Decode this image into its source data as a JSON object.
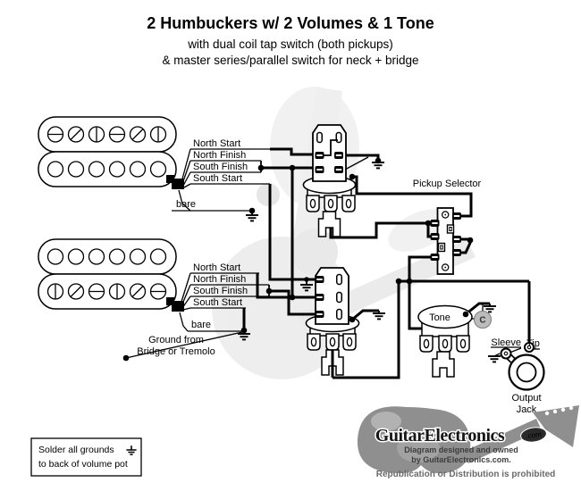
{
  "title": "2 Humbuckers w/ 2 Volumes & 1 Tone",
  "subtitle1": "with dual coil tap switch (both pickups)",
  "subtitle2": "& master series/parallel switch for neck + bridge",
  "wire_labels": {
    "l0": "North Start",
    "l1": "North Finish",
    "l2": "South Finish",
    "l3": "South Start",
    "bare": "bare"
  },
  "ground_note": {
    "line1": "Ground from",
    "line2": "Bridge or Tremolo"
  },
  "selector": {
    "label": "Pickup Selector"
  },
  "tone": {
    "label": "Tone",
    "cap": "C"
  },
  "jack": {
    "sleeve": "Sleeve",
    "tip": "Tip",
    "line1": "Output",
    "line2": "Jack"
  },
  "note_box": {
    "line1": "Solder all grounds",
    "line2": "to back of volume pot"
  },
  "logo": {
    "brand": "GuitarElectronics",
    "suffix": ".com",
    "credit1": "Diagram designed and owned",
    "credit2": "by GuitarElectronics.com.",
    "notice": "Republication or Distribution is prohibited"
  },
  "colors": {
    "wire": "#000000",
    "watermark": "#e0e0e0",
    "logo_gray": "#8f8f8f",
    "cap_fill": "#bcbcbc"
  }
}
